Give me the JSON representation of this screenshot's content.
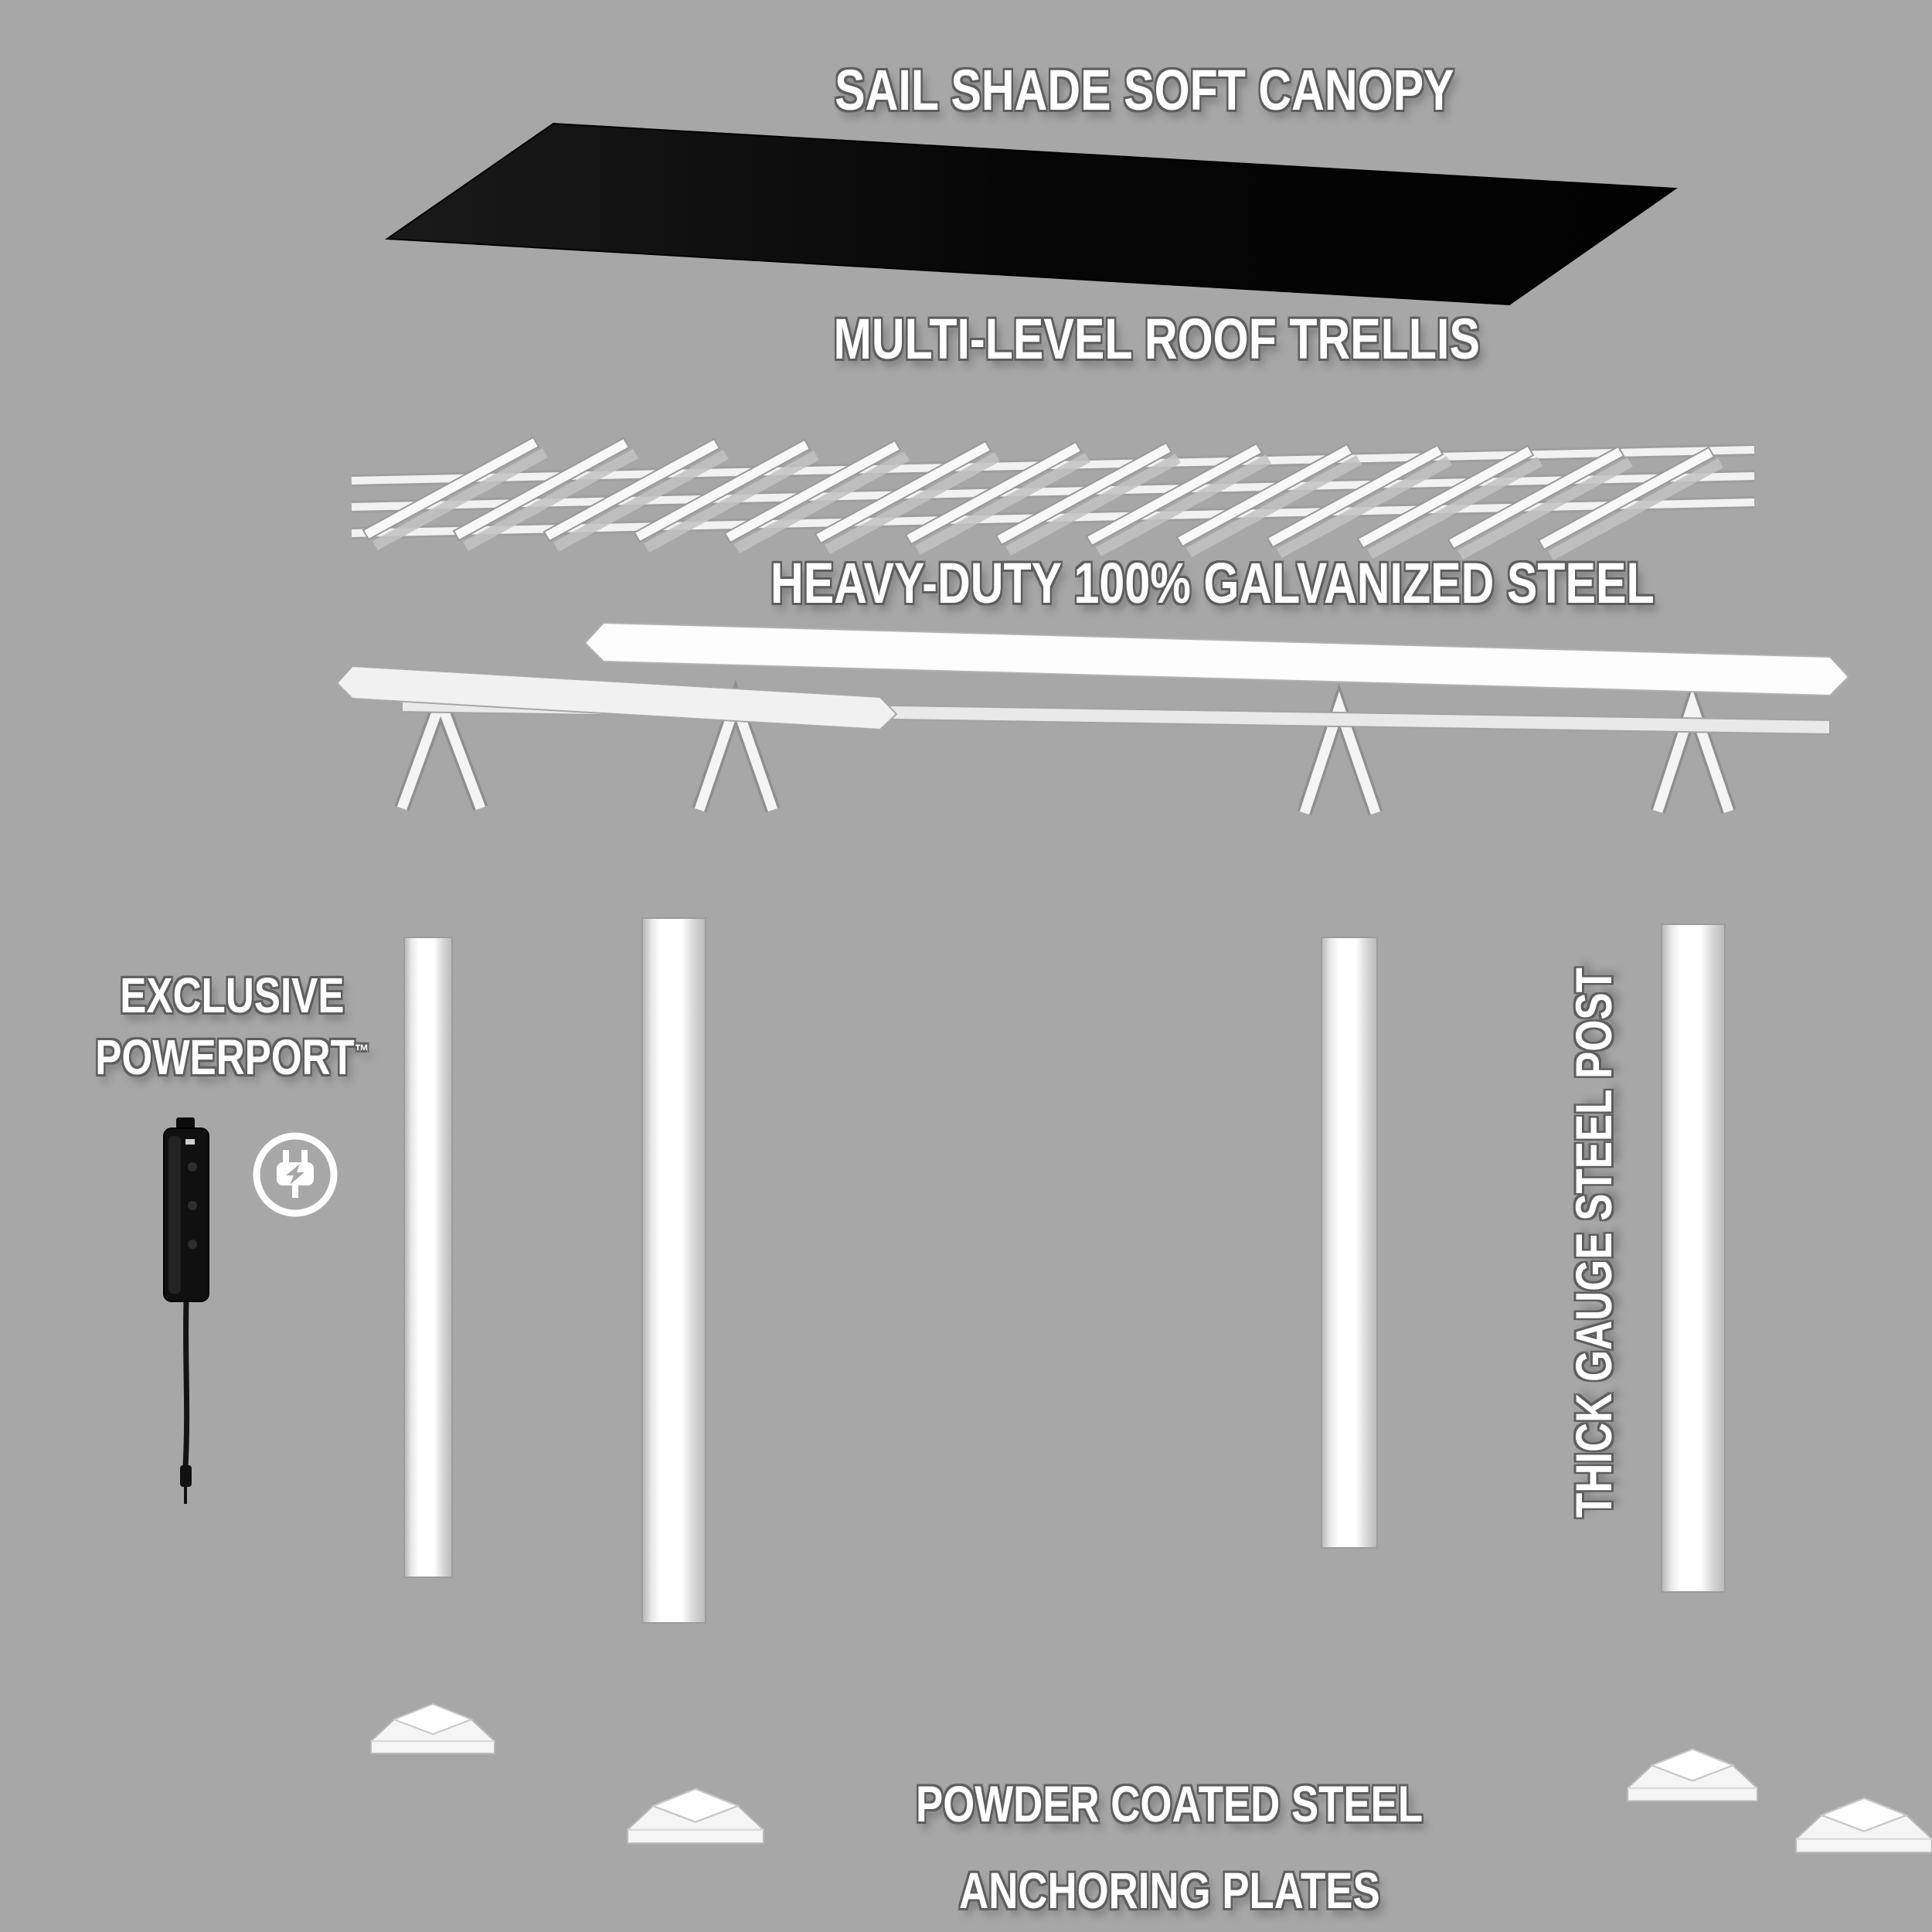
{
  "background_color": "#a7a7a7",
  "labels": {
    "canopy": "SAIL SHADE SOFT CANOPY",
    "trellis": "MULTI-LEVEL ROOF TRELLIS",
    "steel": "HEAVY-DUTY 100% GALVANIZED STEEL",
    "powerport_line1": "EXCLUSIVE",
    "powerport_line2": "POWERPORT",
    "powerport_tm": "™",
    "steel_post": "THICK GAUGE STEEL POST",
    "anchor_line1": "POWDER COATED STEEL",
    "anchor_line2": "ANCHORING PLATES"
  },
  "colors": {
    "canopy_fill": "#0a0a0a",
    "structure_white": "#ffffff",
    "text": "#ffffff",
    "text_outline": "#5e5e5e"
  },
  "icons": {
    "powerport": "plug-in-circle-icon",
    "power_strip": "power-strip-device"
  }
}
